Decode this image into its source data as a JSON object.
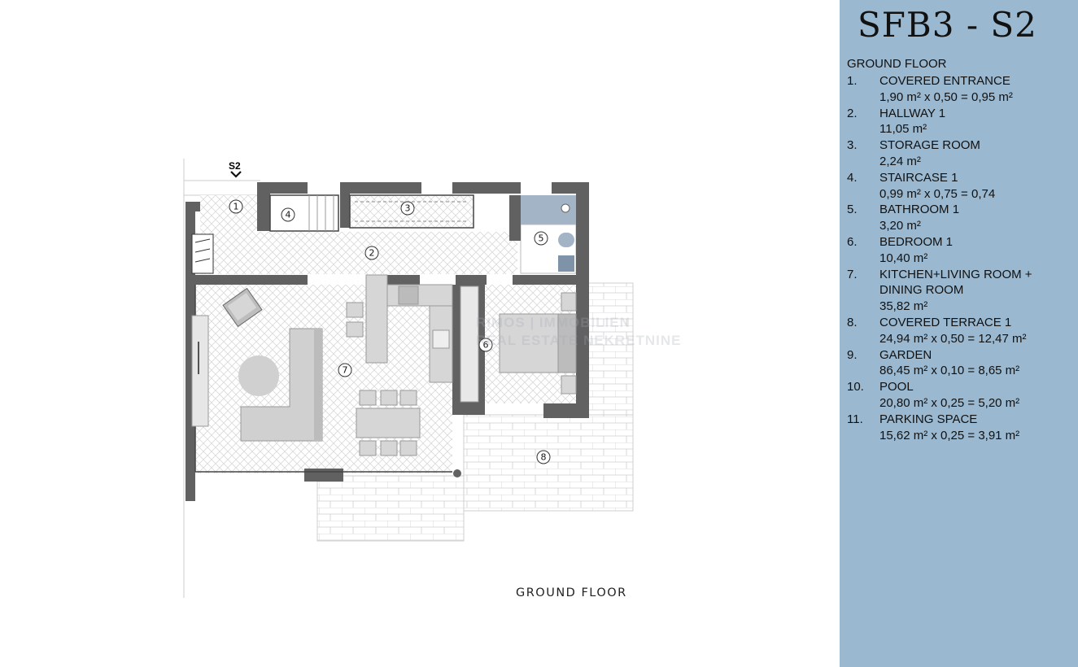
{
  "title": "SFB3 - S2",
  "floor_caption": "GROUND FLOOR",
  "section_marker": "S2",
  "watermark": {
    "line1": "RIMOS | IMMOBILIEN",
    "line2": "REAL ESTATE  NEKRETNINE"
  },
  "legend": {
    "heading": "GROUND FLOOR",
    "items": [
      {
        "num": "1.",
        "name": "COVERED ENTRANCE",
        "area": "1,90 m² x 0,50 = 0,95 m²"
      },
      {
        "num": "2.",
        "name": "HALLWAY 1",
        "area": "11,05 m²"
      },
      {
        "num": "3.",
        "name": "STORAGE ROOM",
        "area": "2,24 m²"
      },
      {
        "num": "4.",
        "name": "STAIRCASE 1",
        "area": "0,99 m² x 0,75 = 0,74"
      },
      {
        "num": "5.",
        "name": "BATHROOM 1",
        "area": "3,20 m²"
      },
      {
        "num": "6.",
        "name": "BEDROOM 1",
        "area": "10,40 m²"
      },
      {
        "num": "7.",
        "name": "KITCHEN+LIVING ROOM + DINING ROOM",
        "area": "35,82 m²"
      },
      {
        "num": "8.",
        "name": "COVERED TERRACE 1",
        "area": "24,94 m² x 0,50 = 12,47 m²"
      },
      {
        "num": "9.",
        "name": "GARDEN",
        "area": "86,45 m² x 0,10 = 8,65 m²"
      },
      {
        "num": "10.",
        "name": "POOL",
        "area": "20,80 m² x 0,25 = 5,20 m²"
      },
      {
        "num": "11.",
        "name": "PARKING SPACE",
        "area": "15,62 m² x 0,25 = 3,91 m²"
      }
    ]
  },
  "plan_labels": {
    "r1": "1",
    "r2": "2",
    "r3": "3",
    "r4": "4",
    "r5": "5",
    "r6": "6",
    "r7": "7",
    "r8": "8"
  },
  "colors": {
    "sidebar": "#9ab8cf",
    "wall": "#616161",
    "bathroom": "#a3b4c6",
    "floor_pattern": "#e4e4e4"
  }
}
